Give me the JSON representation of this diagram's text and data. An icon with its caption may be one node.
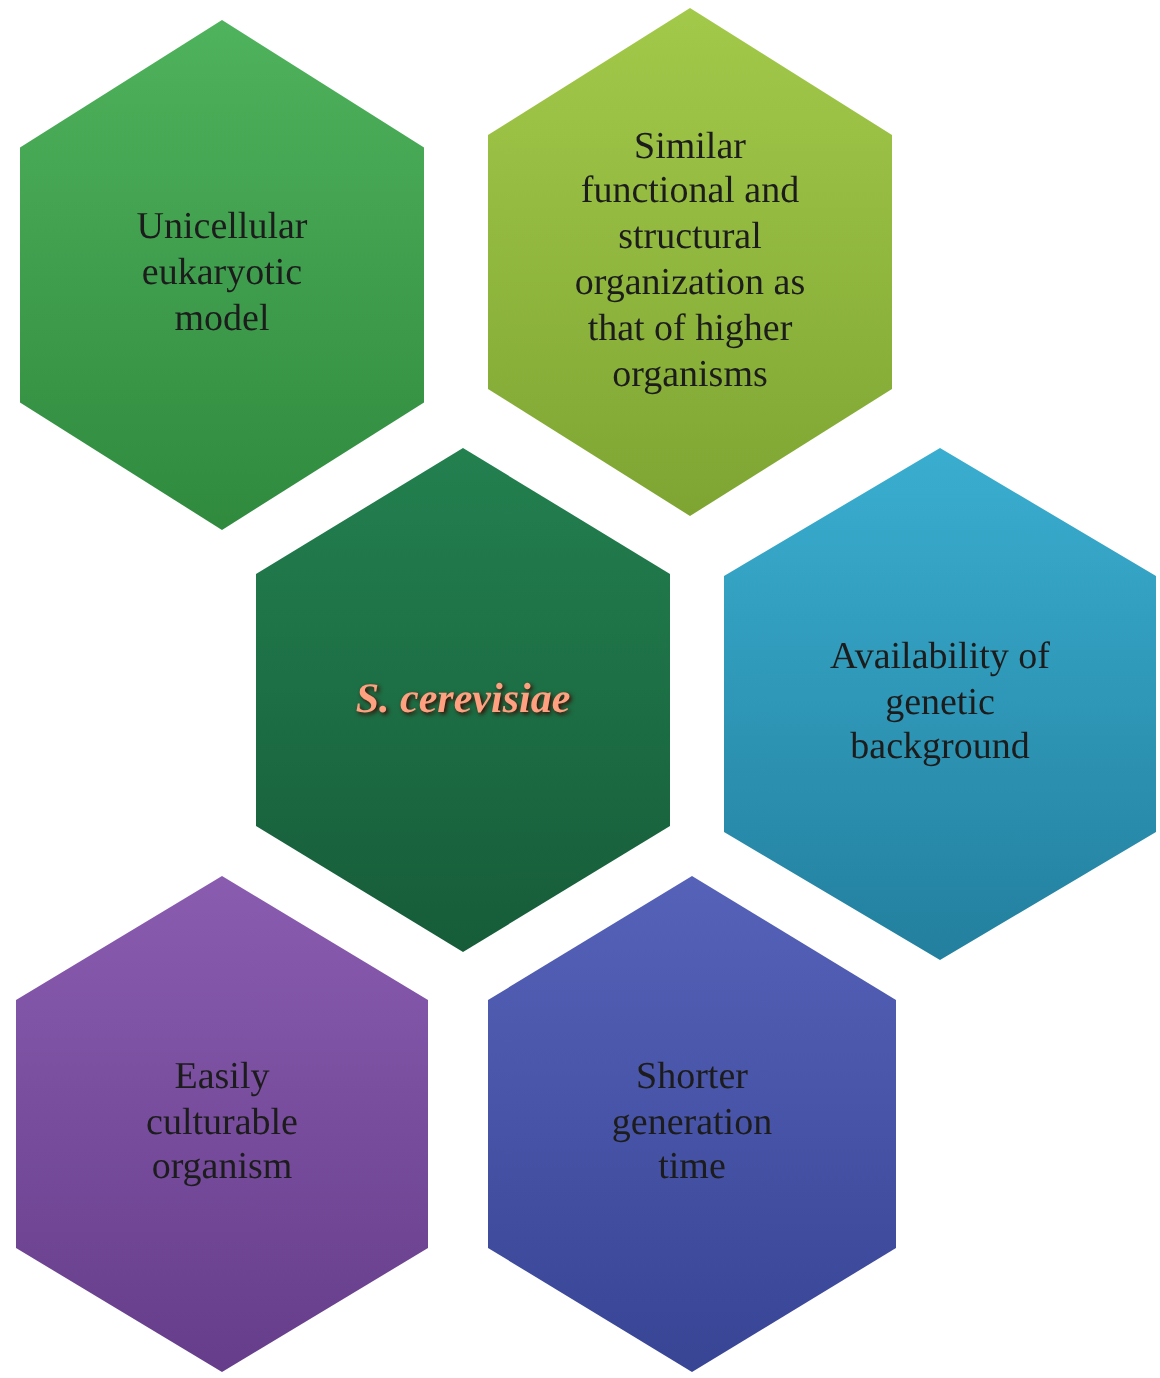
{
  "diagram": {
    "nodes": [
      {
        "text": [
          "Unicellular eukaryotic model"
        ]
      },
      {
        "text": [
          "Similar functional and structural organization as that of higher organisms"
        ]
      },
      {
        "text": [
          "S. cerevisiae"
        ]
      },
      {
        "text": [
          "Availability of genetic background"
        ]
      },
      {
        "text": [
          "Easily culturable organism"
        ]
      },
      {
        "text": [
          "Shorter generation time"
        ]
      }
    ]
  }
}
